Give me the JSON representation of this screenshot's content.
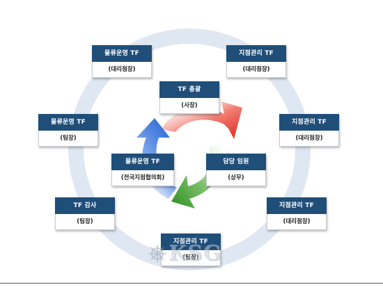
{
  "nodes": [
    {
      "title": "물류운영 TF",
      "role": "(대리점장)"
    },
    {
      "title": "지점관리 TF",
      "role": "(대리점장)"
    },
    {
      "title": "TF 총괄",
      "role": "(사장)"
    },
    {
      "title": "물류운영 TF",
      "role": "(팀장)"
    },
    {
      "title": "지점관리 TF",
      "role": "(대리점장)"
    },
    {
      "title": "물류운영 TF",
      "role": "(전국지점협의회)"
    },
    {
      "title": "담당 임원",
      "role": "(상무)"
    },
    {
      "title": "TF 감사",
      "role": "(팀장)"
    },
    {
      "title": "지점관리 TF",
      "role": "(대리점장)"
    },
    {
      "title": "지점관리 TF",
      "role": "(팀장)"
    }
  ],
  "watermark": {
    "text": "KSG",
    "logo_icon": "ship-wheel-icon"
  },
  "colors": {
    "header": "#1f4e79",
    "ring": "#dfe7f2",
    "arrow_red": "#e8342c",
    "arrow_green": "#3a9a2e",
    "arrow_blue": "#2f6fd6"
  }
}
